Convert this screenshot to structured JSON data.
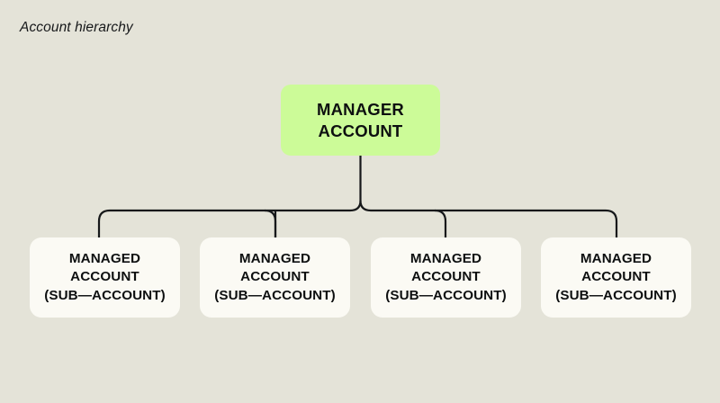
{
  "caption": "Account hierarchy",
  "colors": {
    "background": "#e4e3d8",
    "manager_fill": "#ccfb98",
    "managed_fill": "#fbfaf4",
    "text": "#0d0f10",
    "connector": "#16181a"
  },
  "diagram": {
    "type": "hierarchy",
    "root": {
      "id": "manager-account",
      "lines": [
        "MANAGER",
        "ACCOUNT"
      ]
    },
    "children": [
      {
        "id": "managed-account-1",
        "lines": [
          "MANAGED",
          "ACCOUNT",
          "(SUB—ACCOUNT)"
        ]
      },
      {
        "id": "managed-account-2",
        "lines": [
          "MANAGED",
          "ACCOUNT",
          "(SUB—ACCOUNT)"
        ]
      },
      {
        "id": "managed-account-3",
        "lines": [
          "MANAGED",
          "ACCOUNT",
          "(SUB—ACCOUNT)"
        ]
      },
      {
        "id": "managed-account-4",
        "lines": [
          "MANAGED",
          "ACCOUNT",
          "(SUB—ACCOUNT)"
        ]
      }
    ]
  }
}
